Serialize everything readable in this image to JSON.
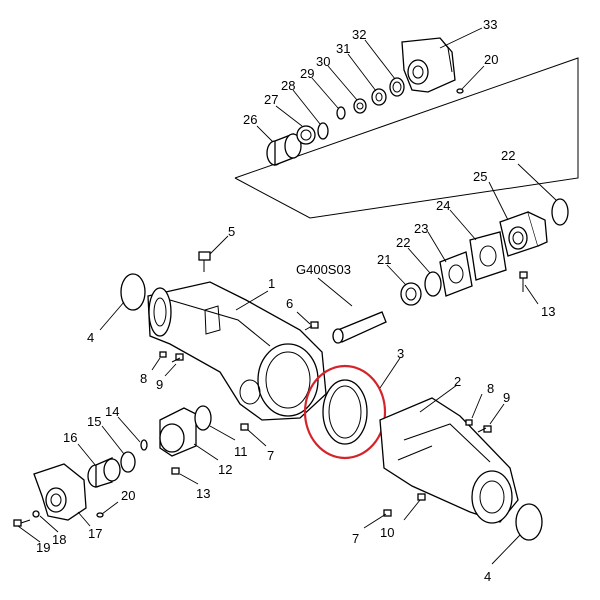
{
  "drawing_code": "G400S03",
  "labels": {
    "p1": "1",
    "p2": "2",
    "p3": "3",
    "p4a": "4",
    "p4b": "4",
    "p5": "5",
    "p6": "6",
    "p7a": "7",
    "p7b": "7",
    "p8a": "8",
    "p8b": "8",
    "p9a": "9",
    "p9b": "9",
    "p10": "10",
    "p11": "11",
    "p12": "12",
    "p13a": "13",
    "p13b": "13",
    "p14": "14",
    "p15": "15",
    "p16": "16",
    "p17": "17",
    "p18": "18",
    "p19": "19",
    "p20a": "20",
    "p20b": "20",
    "p21": "21",
    "p22a": "22",
    "p22b": "22",
    "p23": "23",
    "p24": "24",
    "p25": "25",
    "p26": "26",
    "p27": "27",
    "p28": "28",
    "p29": "29",
    "p30": "30",
    "p31": "31",
    "p32": "32",
    "p33": "33"
  },
  "highlight": {
    "part": "3",
    "color": "#d4232a"
  }
}
